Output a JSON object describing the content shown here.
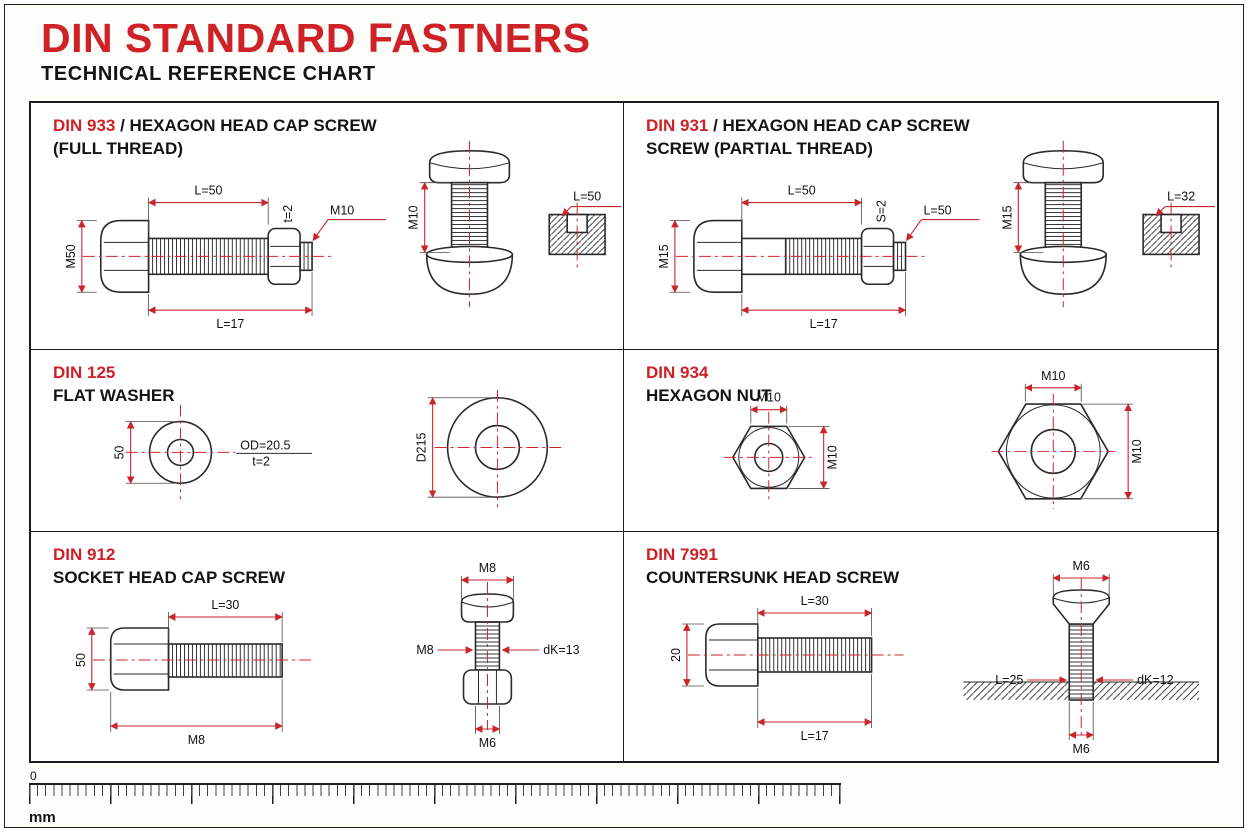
{
  "header": {
    "title": "DIN STANDARD FASTNERS",
    "subtitle": "TECHNICAL REFERENCE CHART"
  },
  "panels": {
    "din933": {
      "code": "DIN 933",
      "title_rest": " / HEXAGON HEAD CAP SCREW",
      "line2": "(FULL THREAD)",
      "dims": {
        "length_top": "L=50",
        "diameter_left": "M50",
        "length_bottom": "L=17",
        "thread_callout": "M10",
        "thickness": "t=2",
        "front_diameter": "M10",
        "section_length": "L=50"
      }
    },
    "din931": {
      "code": "DIN 931",
      "title_rest": " / HEXAGON HEAD CAP SCREW",
      "line2": "SCREW (PARTIAL THREAD)",
      "dims": {
        "length_top": "L=50",
        "diameter_left": "M15",
        "length_bottom": "L=17",
        "thread_callout": "L=50",
        "thickness": "S=2",
        "front_diameter": "M15",
        "section_length": "L=32"
      }
    },
    "din125": {
      "code": "DIN 125",
      "title_rest": "",
      "line2": "FLAT WASHER",
      "dims": {
        "small_diameter": "50",
        "outer_diameter": "OD=20.5",
        "thickness": "t=2",
        "big_diameter": "D215"
      }
    },
    "din934": {
      "code": "DIN 934",
      "title_rest": "",
      "line2": "HEXAGON NUT",
      "dims": {
        "small_top": "M10",
        "small_right": "M10",
        "big_top": "M10",
        "big_right": "M10"
      }
    },
    "din912": {
      "code": "DIN 912",
      "title_rest": "",
      "line2": "SOCKET HEAD CAP SCREW",
      "dims": {
        "length_top": "L=30",
        "diameter_left": "50",
        "thread_bottom": "M8",
        "front_top": "M8",
        "front_left": "M8",
        "front_right": "dK=13",
        "front_bottom": "M6"
      }
    },
    "din7991": {
      "code": "DIN 7991",
      "title_rest": "",
      "line2": "COUNTERSUNK HEAD SCREW",
      "dims": {
        "length_top": "L=30",
        "diameter_left": "20",
        "length_bottom": "L=17",
        "front_top": "M6",
        "front_left": "L=25",
        "front_right": "dK=12",
        "front_bottom": "M6"
      }
    }
  },
  "ruler": {
    "zero": "0",
    "unit": "mm"
  }
}
